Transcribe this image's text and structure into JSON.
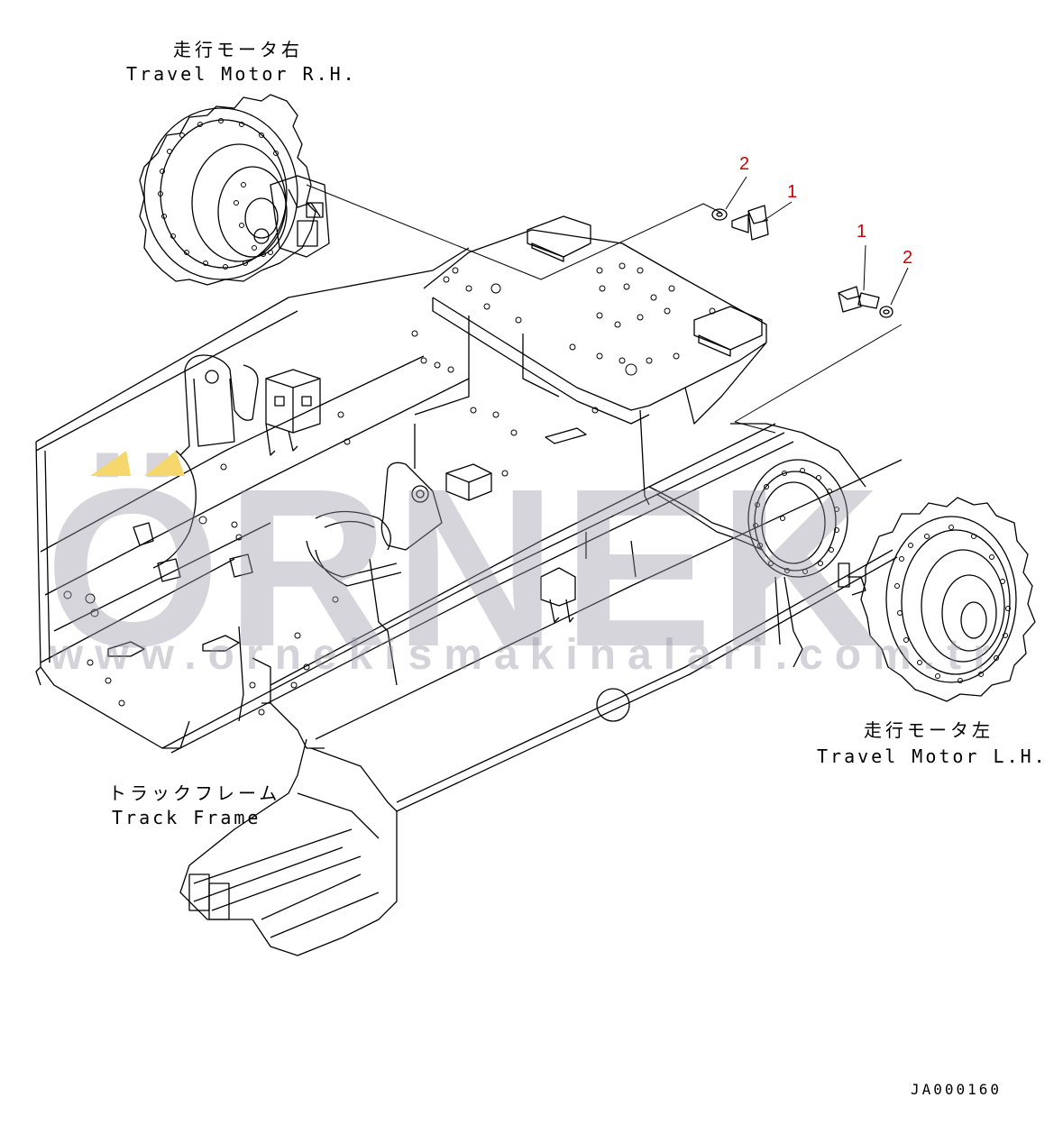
{
  "labels": {
    "motor_rh_jp": "走行モータ右",
    "motor_rh_en": "Travel Motor R.H.",
    "motor_lh_jp": "走行モータ左",
    "motor_lh_en": "Travel Motor L.H.",
    "track_frame_jp": "トラックフレーム",
    "track_frame_en": "Track Frame"
  },
  "callouts": {
    "washer_upper": "2",
    "bolt_upper": "1",
    "bolt_lower": "1",
    "washer_lower": "2"
  },
  "drawing_code": "JA000160",
  "watermark": {
    "brand": "ÖRNEK",
    "url": "www.ornekismakinalari.com.tr",
    "accent_color": "#f5d76e"
  },
  "colors": {
    "line": "#000000",
    "callout": "#cc0000",
    "watermark": "#9696a5"
  }
}
